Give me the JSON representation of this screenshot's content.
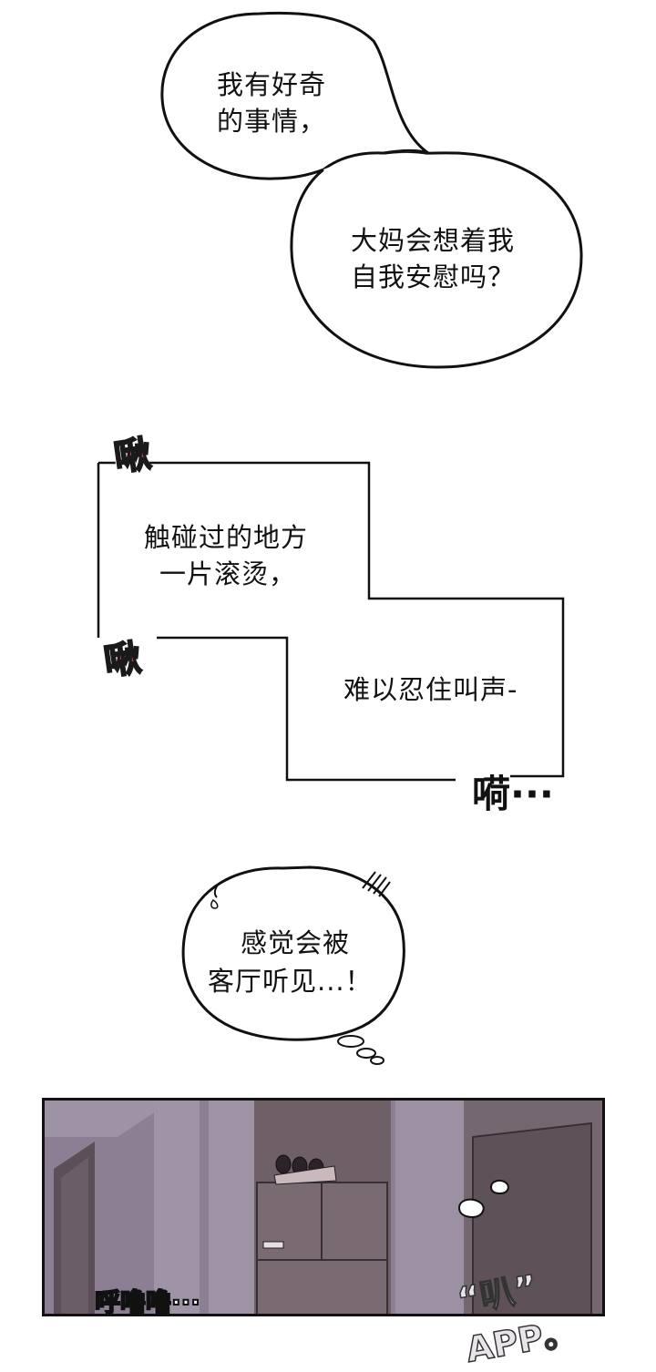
{
  "bubbles": {
    "thought1_line1": "我有好奇",
    "thought1_line2": "的事情，",
    "thought2_line1": "大妈会想着我",
    "thought2_line2": "自我安慰吗？",
    "box1_line1": "触碰过的地方",
    "box1_line2": "一片滚烫，",
    "box2_line1": "难以忍住叫声-",
    "bubble3_line1": "感觉会被",
    "bubble3_line2": "客厅听见...！"
  },
  "sfx": {
    "kiss1": "啾",
    "kiss2": "啾",
    "moan": "嗬···",
    "snore": "呼噜噜···",
    "bottom_right_fragment": "“叭” APP。"
  },
  "colors": {
    "sfx_red": "#c2433c",
    "panel_bg": "#8f8296",
    "outline": "#111111"
  }
}
